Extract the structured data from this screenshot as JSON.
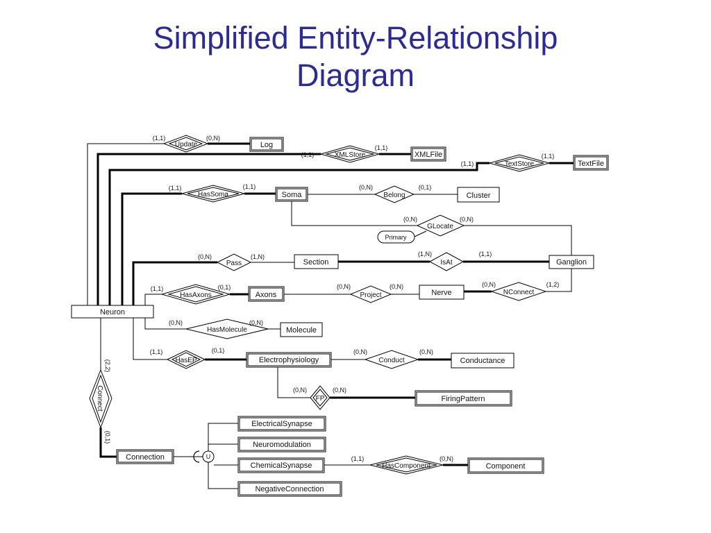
{
  "title_line1": "Simplified Entity-Relationship",
  "title_line2": "Diagram",
  "entities": {
    "log": "Log",
    "xmlfile": "XMLFile",
    "textfile": "TextFile",
    "soma": "Soma",
    "cluster": "Cluster",
    "section": "Section",
    "ganglion": "Ganglion",
    "axons": "Axons",
    "nerve": "Nerve",
    "neuron": "Neuron",
    "molecule": "Molecule",
    "electrophysiology": "Electrophysiology",
    "conductance": "Conductance",
    "firingpattern": "FiringPattern",
    "electricalsynapse": "ElectricalSynapse",
    "neuromodulation": "Neuromodulation",
    "chemicalsynapse": "ChemicalSynapse",
    "negativeconnection": "NegativeConnection",
    "connection": "Connection",
    "component": "Component"
  },
  "relationships": {
    "update": "Update",
    "xmlstore": "XMLStore",
    "textstore": "TextStore",
    "hassoma": "HasSoma",
    "belong": "Belong",
    "glocate": "GLocate",
    "pass": "Pass",
    "isat": "IsAt",
    "hasaxons": "HasAxons",
    "project": "Project",
    "nconnect": "NConnect",
    "hasmolecule": "HasMolecule",
    "hasep": "HasEP",
    "conduct": "Conduct",
    "fp": "FP",
    "connect": "Connect",
    "hascomponent": "HasComponent"
  },
  "attributes": {
    "primary": "Primary"
  },
  "union_symbol": "U",
  "cardinalities": {
    "update_neuron": "(1,1)",
    "update_log": "(0,N)",
    "xmlstore_neuron": "(1,1)",
    "xmlstore_file": "(1,1)",
    "textstore_neuron": "(1,1)",
    "textstore_file": "(1,1)",
    "hassoma_neuron": "(1,1)",
    "hassoma_soma": "(1,1)",
    "belong_soma": "(0,N)",
    "belong_cluster": "(0,1)",
    "glocate_soma": "(0,N)",
    "glocate_ganglion": "(0,N)",
    "pass_neuron": "(0,N)",
    "pass_section": "(1,N)",
    "isat_section": "(1,N)",
    "isat_ganglion": "(1,1)",
    "hasaxons_neuron": "(1,1)",
    "hasaxons_axons": "(0,1)",
    "project_axons": "(0,N)",
    "project_nerve": "(0,N)",
    "nconnect_nerve": "(0,N)",
    "nconnect_ganglion": "(1,2)",
    "hasmolecule_neuron": "(0,N)",
    "hasmolecule_molecule": "(0,N)",
    "hasep_neuron": "(1,1)",
    "hasep_ep": "(0,1)",
    "conduct_ep": "(0,N)",
    "conduct_conductance": "(0,N)",
    "fp_ep": "(0,N)",
    "fp_firingpattern": "(0,N)",
    "connect_neuron": "(2,2)",
    "connect_connection": "(0,1)",
    "hascomponent_chem": "(1,1)",
    "hascomponent_component": "(0,N)"
  }
}
